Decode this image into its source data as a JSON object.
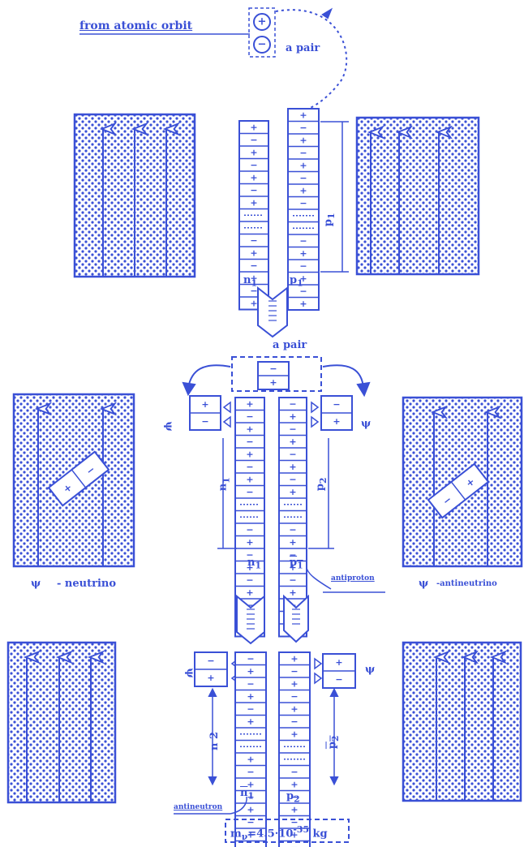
{
  "colors": {
    "ink": "#3a50d6",
    "paper": "#ffffff"
  },
  "labels": {
    "from_atomic_orbit": "from atomic orbit",
    "a_pair_top": "a pair",
    "a_pair_mid": "a pair",
    "n1_top": "n",
    "n1_top_sub": "1",
    "p1_top": "p",
    "p1_top_sub": "1",
    "p1_length": "p",
    "p1_length_sub": "1",
    "n1_length": "n",
    "n1_length_sub": "1",
    "p2_length": "p",
    "p2_length_sub": "2",
    "n1_mid": "n",
    "n1_mid_sub": "1",
    "p1bar_mid": "p",
    "p1bar_mid_sub": "1",
    "antiproton": "antiproton",
    "neutrino": "- neutrino",
    "antineutrino": "-antineutrino",
    "n2_length": "n 2",
    "p2bar_length": "p",
    "p2bar_length_sub": "2",
    "n1bar_bottom": "n",
    "n1bar_bottom_sub": "1",
    "p2_bottom": "p",
    "p2_bottom_sub": "2",
    "antineutron": "antineutron",
    "mass_formula": "m",
    "mass_sub": "ν",
    "mass_value": "=4.5·10",
    "mass_exp": "-35",
    "mass_unit": "kg",
    "psi_symbol": "ψ"
  },
  "signs": {
    "plus": "+",
    "minus": "−"
  }
}
